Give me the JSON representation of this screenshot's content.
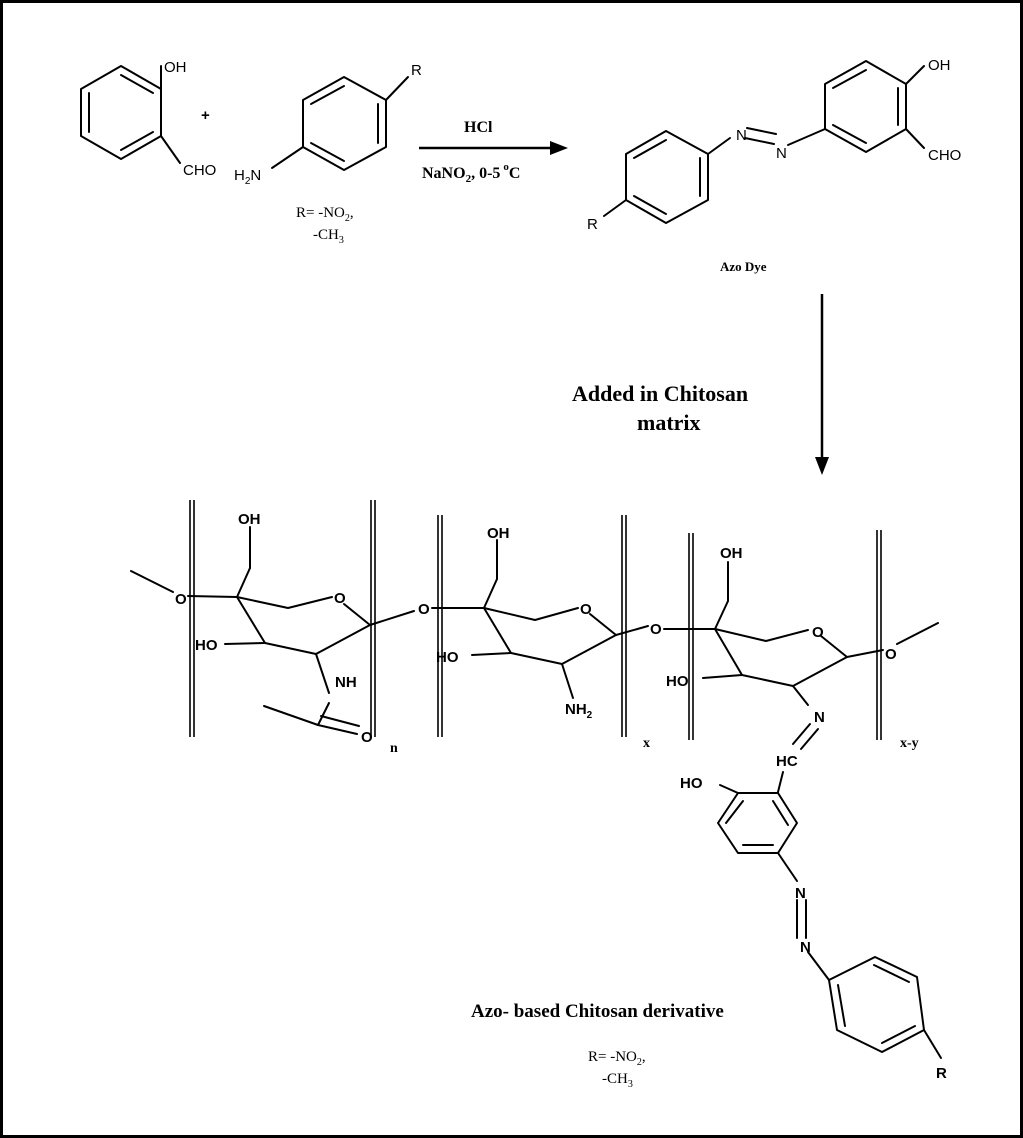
{
  "reagents": {
    "reagent_top": "HCl",
    "reagent_bottom": "NaNO",
    "reagent_bottom_sub": "2",
    "reagent_temp": ", 0-5",
    "reagent_deg": "o",
    "reagent_unit": "C"
  },
  "reactant_salicylaldehyde": {
    "oh": "OH",
    "cho": "CHO"
  },
  "plus": "+",
  "reactant_aniline": {
    "r": "R",
    "h2n_h": "H",
    "h2n_sub": "2",
    "h2n_n": "N",
    "r_line1": "R= -NO",
    "r_line1_sub": "2",
    "r_line1_end": ",",
    "r_line2": "-CH",
    "r_line2_sub": "3"
  },
  "azo_dye": {
    "oh": "OH",
    "cho": "CHO",
    "n1": "N",
    "n2": "N",
    "r": "R",
    "caption": "Azo Dye"
  },
  "step2": {
    "line1": "Added in Chitosan",
    "line2": "matrix"
  },
  "polymer": {
    "o_left": "O",
    "oh1": "OH",
    "ring_o1": "O",
    "ho1": "HO",
    "nh": "NH",
    "carbonyl_o": "O",
    "n_sub": "n",
    "o_link1": "O",
    "oh2": "OH",
    "ring_o2": "O",
    "ho2": "HO",
    "nh2": "NH",
    "nh2_sub": "2",
    "x_sub": "x",
    "o_link2": "O",
    "oh3": "OH",
    "ring_o3": "O",
    "ho3": "HO",
    "imine_n": "N",
    "hc": "HC",
    "o_right": "O",
    "xy_sub": "x-y",
    "ho_phenol": "HO",
    "azo_n1": "N",
    "azo_n2": "N",
    "r": "R"
  },
  "product": {
    "caption": "Azo- based Chitosan derivative",
    "r_line1": "R= -NO",
    "r_line1_sub": "2",
    "r_line1_end": ",",
    "r_line2": "-CH",
    "r_line2_sub": "3"
  }
}
